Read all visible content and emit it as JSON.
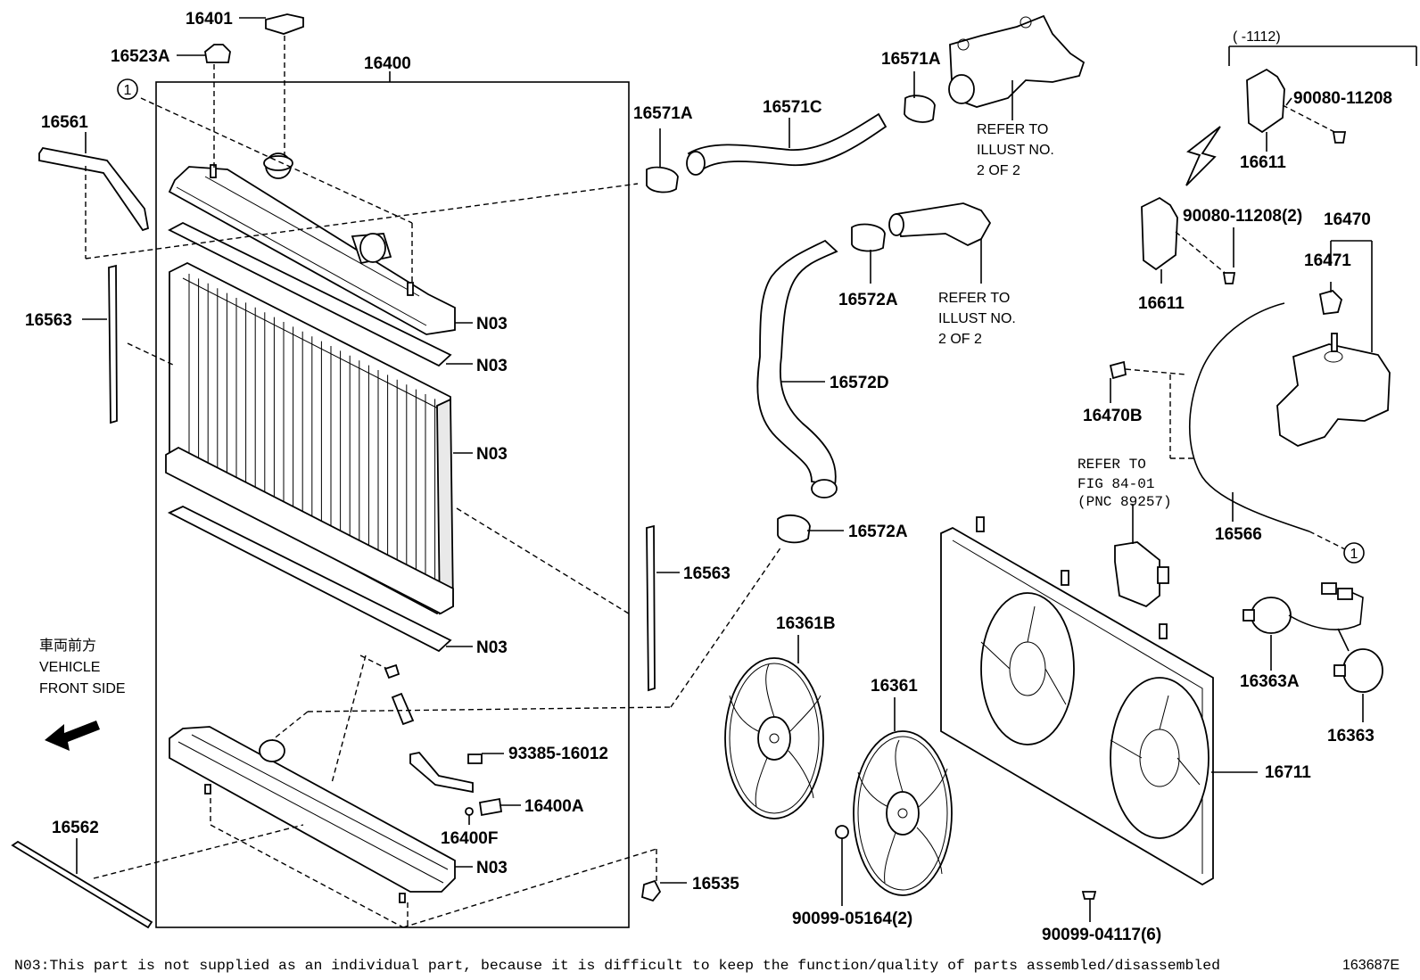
{
  "labels": {
    "p16401": "16401",
    "p16523A": "16523A",
    "p16400": "16400",
    "p16561": "16561",
    "p16563_left": "16563",
    "p16563_right": "16563",
    "n03_1": "N03",
    "n03_2": "N03",
    "n03_3": "N03",
    "n03_4": "N03",
    "n03_5": "N03",
    "p16562": "16562",
    "p16535": "16535",
    "p93385": "93385-16012",
    "p16400A": "16400A",
    "p16400F": "16400F",
    "p16571A_left": "16571A",
    "p16571C": "16571C",
    "p16571A_top": "16571A",
    "p16572A_top": "16572A",
    "p16572D": "16572D",
    "p16572A_bottom": "16572A",
    "p16361B": "16361B",
    "p16361": "16361",
    "p90099_05164": "90099-05164(2)",
    "p90099_04117": "90099-04117(6)",
    "p16711": "16711",
    "p16363A": "16363A",
    "p16363": "16363",
    "p16566": "16566",
    "p16470B": "16470B",
    "p16470": "16470",
    "p16471": "16471",
    "p16611_top": "16611",
    "p16611_mid": "16611",
    "p90080_top": "90080-11208",
    "p90080_mid": "90080-11208(2)",
    "range": "(      -1112)",
    "callout": "1"
  },
  "refer": {
    "illust1": [
      "REFER TO",
      "ILLUST NO.",
      "2 OF 2"
    ],
    "illust2": [
      "REFER TO",
      "ILLUST NO.",
      "2 OF 2"
    ],
    "fig": [
      "REFER TO",
      "FIG 84-01",
      "(PNC 89257)"
    ]
  },
  "direction": {
    "jp": "車両前方",
    "line1": "VEHICLE",
    "line2": "FRONT SIDE"
  },
  "footer": {
    "note": "N03:This part is not supplied as an individual part, because it is difficult to keep the function/quality of parts assembled/disassembled",
    "code": "163687E"
  }
}
